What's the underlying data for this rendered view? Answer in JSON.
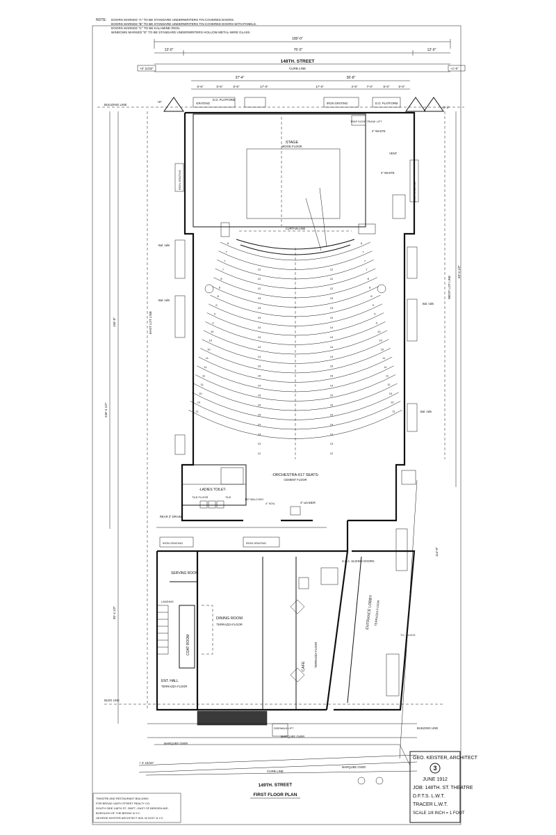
{
  "notes": {
    "label": "NOTE:",
    "lines": [
      "DOORS MARKED \"A\" TO BE STANDARD UNDERWRITERS TIN COVERED DOORS.",
      "DOORS MARKED \"B\" TO BE STANDARD UNDERWRITERS TIN COVERED DOORS WITH PANELS.",
      "DOORS MARKED \"C\" TO BE KALAMINE IRON.",
      "WINDOWS MARKED \"D\" TO BE STANDARD UNDERWRITERS HOLLOW METAL-WIRE GLASS."
    ]
  },
  "top_dimensions": {
    "overall": "180'-0\"",
    "left": "13'-0\"",
    "middle": "76'-0\"",
    "right": "12'-0\"",
    "sub_left": "37'-4\"",
    "sub_right": "36'-8\"",
    "bays": [
      "6'-6\"",
      "5'-6\"",
      "6'-6\"",
      "17'-0\"",
      "17'-0\"",
      "4'-6\"",
      "7'-0\"",
      "5'-0\"",
      "5'-0\""
    ]
  },
  "streets": {
    "top": "148TH. STREET",
    "bottom": "149TH. STREET",
    "curb_line": "CURB LINE"
  },
  "elevations": {
    "top_left": "+0' 11/32\"",
    "top_right": "+1'-8\"",
    "left_step": "+9\"",
    "right_step": "+2'-3\"",
    "bottom_left": "+ 4' 15/16\""
  },
  "labels": {
    "building_line": "BUILDING LINE",
    "grating": "GRATING",
    "iron_grating": "IRON GRATING",
    "do_platform": "D.O. PLATFORM",
    "trunk_lift": "TRAP DOOR TRUNK LIFT",
    "stage": "STAGE",
    "wood_floor": "WOOD FLOOR",
    "curtain_line": "CURTAIN LINE",
    "orchestra": "-ORCHESTRA-617 SEATS-",
    "cement_floor": "CEMENT FLOOR",
    "ladies_toilet": "-LADIES TOILET-",
    "tile_floor": "TILE FLOOR",
    "tile": "TILE",
    "first_balcony": "1ST BALCONY",
    "leader_4": "4\" LEADER",
    "soil_4": "4\" SOIL",
    "serving_room": "SERVING ROOM",
    "dining_room": "DINING ROOM",
    "terrazza_floor": "TERRAZZA FLOOR",
    "cafe": "CAFE",
    "coat_room": "COAT ROOM",
    "ent_hall": "ENT. HALL",
    "entrance_lobby": "ENTRANCE LOBBY",
    "sliding_doors": "S.U.A. SLIDING DOORS",
    "marquee_over": "MARQUEE OVER",
    "sidewalk_lift": "SIDEWALK LIFT",
    "east_lot_line": "EAST LOT LINE",
    "west_lot_line": "WEST LOT LINE",
    "bldg_line": "BLDG LINE",
    "rear_drain": "REAR 3\" DRAIN",
    "bal_rails": "Bal. rails",
    "landing": "LANDING",
    "vent": "VENT",
    "waste": "2\" WASTE",
    "tc_block": "T.C. BLOCK",
    "side_dims": [
      "156'-0\"",
      "240'-4 1/2\"",
      "95'-4 1/2\"",
      "93'-4 1/2\"",
      "114'-8\""
    ]
  },
  "rows": {
    "row_labels": [
      "1",
      "2",
      "3",
      "4",
      "5",
      "6",
      "7",
      "8",
      "9",
      "10",
      "11",
      "12",
      "13",
      "14",
      "15",
      "16",
      "17",
      "18",
      "19",
      "20",
      "21"
    ],
    "center_counts": [
      "12",
      "12",
      "12",
      "13",
      "13",
      "13",
      "14",
      "13",
      "14",
      "14",
      "15",
      "15",
      "14",
      "15",
      "15",
      "15",
      "14",
      "13",
      "13",
      "12"
    ],
    "side_counts": [
      "6",
      "7",
      "7",
      "7",
      "8",
      "8",
      "8",
      "9",
      "9",
      "9",
      "10",
      "10",
      "10",
      "11",
      "11",
      "11",
      "11",
      "10",
      "10",
      "11"
    ]
  },
  "title_block": {
    "architect": "GEO. KEISTER, ARCHITECT",
    "sheet_no": "3",
    "date": "JUNE 1912",
    "job": "JOB: 148TH. ST. THEATRE",
    "dft": "D.F.T.S. L.W.T.",
    "tracer": "TRACER L.W.T.",
    "scale": "SCALE 1/8 INCH = 1 FOOT"
  },
  "plan_title": "FIRST FLOOR PLAN",
  "caption": [
    "THEATRE AND RESTAURANT BUILDING",
    "FOR BROAD 148TH STREET REALTY CO.",
    "SOUTH SIDE 148TH ST. 200FT.; EAST OF BERGEN AVE.",
    "BOROUGH OF THE BRONX N.Y.C.",
    "GEORGE KEISTER ARCHITECT W.B. W 31ST. N.Y.C."
  ]
}
